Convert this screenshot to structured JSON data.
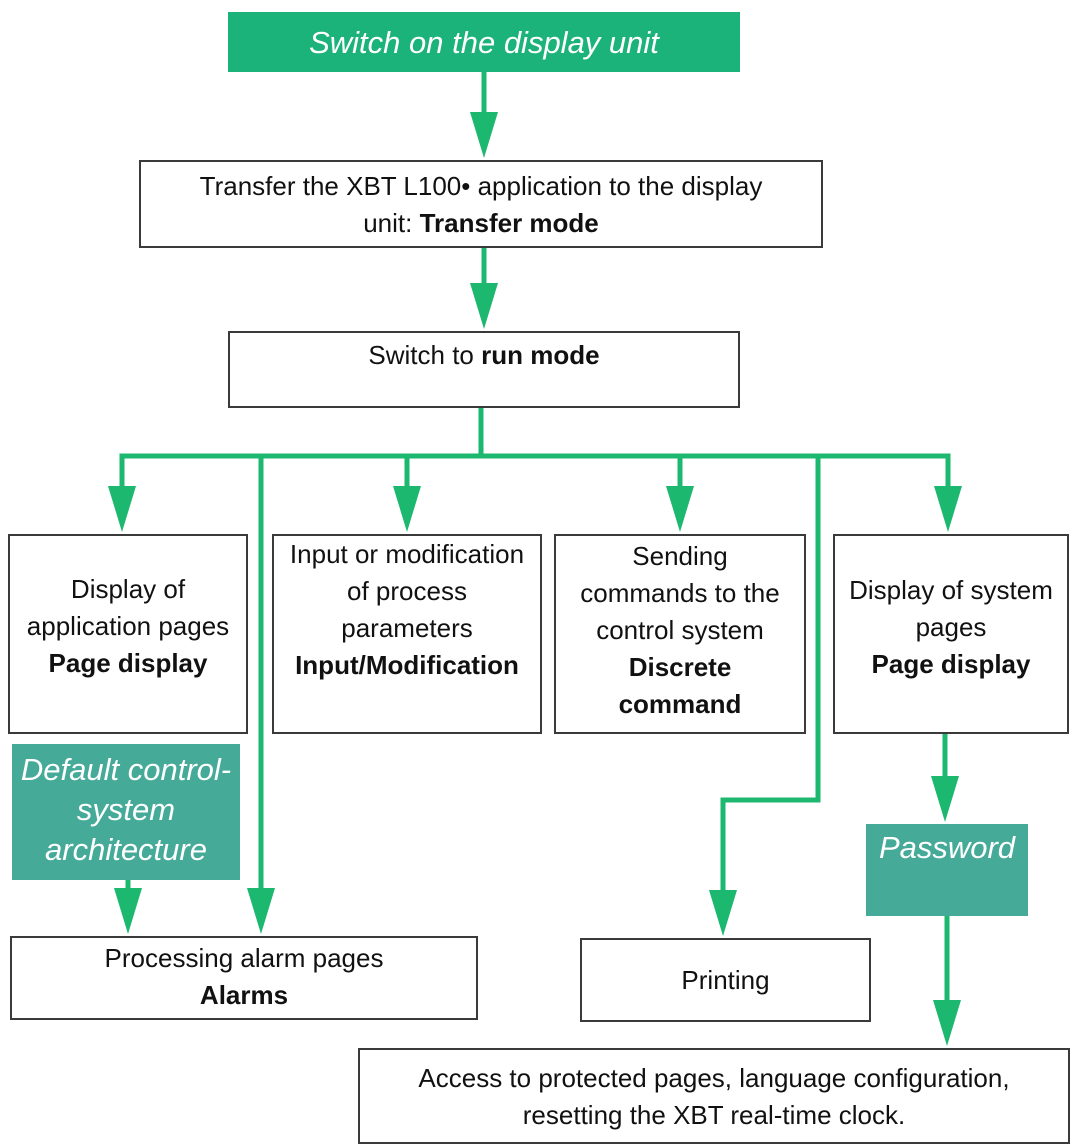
{
  "diagram": {
    "colors": {
      "connector": "#1cb86f",
      "start_fill": "#1cb37a",
      "condition_fill": "#46aa98",
      "box_border": "#3a3a3a"
    },
    "nodes": {
      "switch_on": {
        "lines": [
          "Switch on the display unit"
        ]
      },
      "transfer": {
        "line1": "Transfer the XBT L100• application to the display",
        "line2_prefix": "unit: ",
        "line2_bold": "Transfer mode"
      },
      "run_mode": {
        "prefix": "Switch to ",
        "bold": "run mode"
      },
      "app_pages": {
        "lines": [
          "Display of",
          "application pages"
        ],
        "bold": [
          "Page display"
        ]
      },
      "input_mod": {
        "lines": [
          "Input or modification",
          "of process",
          "parameters"
        ],
        "bold": [
          "Input/Modification"
        ]
      },
      "commands": {
        "lines": [
          "Sending",
          "commands to the",
          "control system"
        ],
        "bold": [
          "Discrete",
          "command"
        ]
      },
      "system_pages": {
        "lines": [
          "Display of system",
          "pages"
        ],
        "bold": [
          "Page display"
        ]
      },
      "default_arch": {
        "lines": [
          "Default control-",
          "system",
          "architecture"
        ]
      },
      "password": {
        "lines": [
          "Password"
        ]
      },
      "alarms": {
        "lines": [
          "Processing alarm pages"
        ],
        "bold": [
          "Alarms"
        ]
      },
      "printing": {
        "lines": [
          "Printing"
        ]
      },
      "protected": {
        "lines": [
          "Access to protected pages, language configuration,",
          "resetting the XBT real-time clock."
        ]
      }
    }
  }
}
